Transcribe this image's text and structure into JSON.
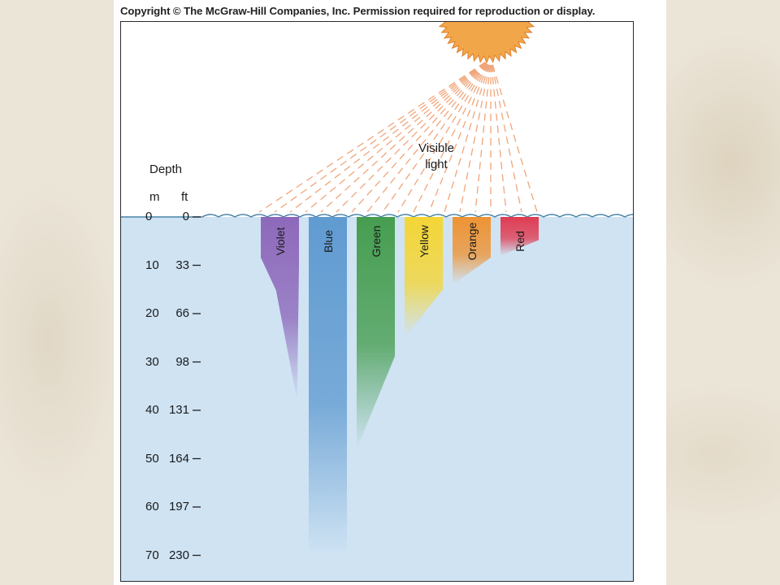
{
  "copyright": "Copyright © The McGraw-Hill Companies, Inc. Permission required for reproduction or display.",
  "visible_light": [
    "Visible",
    "light"
  ],
  "depth": {
    "title": "Depth",
    "unit_m": "m",
    "unit_ft": "ft",
    "ticks": [
      {
        "m": "0",
        "ft": "0"
      },
      {
        "m": "10",
        "ft": "33"
      },
      {
        "m": "20",
        "ft": "66"
      },
      {
        "m": "30",
        "ft": "98"
      },
      {
        "m": "40",
        "ft": "131"
      },
      {
        "m": "50",
        "ft": "164"
      },
      {
        "m": "60",
        "ft": "197"
      },
      {
        "m": "70",
        "ft": "230"
      }
    ]
  },
  "bands": [
    {
      "name": "Violet",
      "color": "#8a62b8",
      "depth_m": 38
    },
    {
      "name": "Blue",
      "color": "#5a97cf",
      "depth_m": 70
    },
    {
      "name": "Green",
      "color": "#3f9a47",
      "depth_m": 48
    },
    {
      "name": "Yellow",
      "color": "#f6d52c",
      "depth_m": 25
    },
    {
      "name": "Orange",
      "color": "#ef8f2a",
      "depth_m": 14
    },
    {
      "name": "Red",
      "color": "#e0334a",
      "depth_m": 8
    }
  ],
  "colors": {
    "water": "#cfe3f3",
    "sun": "#f2a64a",
    "rays": "#f0a57a",
    "wave": "#4a84a8"
  }
}
